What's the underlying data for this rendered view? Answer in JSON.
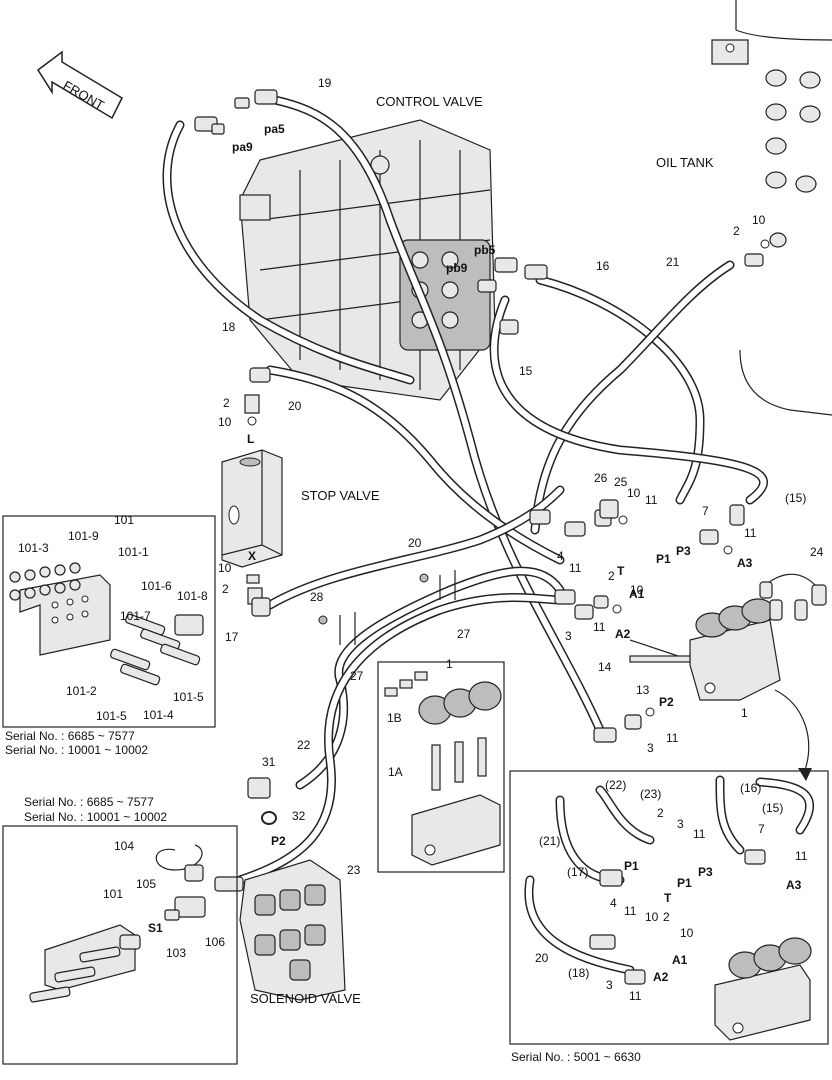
{
  "labels": {
    "front": "FRONT",
    "control_valve": "CONTROL VALVE",
    "oil_tank": "OIL TANK",
    "stop_valve": "STOP VALVE",
    "solenoid_valve": "SOLENOID VALVE"
  },
  "ports": {
    "pa5": "pa5",
    "pa9": "pa9",
    "pb5": "pb5",
    "pb9": "pb9",
    "L": "L",
    "X": "X",
    "T": "T",
    "P1": "P1",
    "P2": "P2",
    "P3": "P3",
    "A1": "A1",
    "A2": "A2",
    "A3": "A3",
    "S1": "S1"
  },
  "callouts": {
    "n19": "19",
    "n18": "18",
    "n16": "16",
    "n21": "21",
    "n15": "15",
    "n15p": "(15)",
    "n20": "20",
    "n2a": "2",
    "n10a": "10",
    "n2b": "2",
    "n10b": "10",
    "n20b": "20",
    "n28": "28",
    "n27a": "27",
    "n27b": "27",
    "n17": "17",
    "n26": "26",
    "n25": "25",
    "n10c": "10",
    "n11a": "11",
    "n7": "7",
    "n11b": "11",
    "n4": "4",
    "n11c": "11",
    "n2c": "2",
    "n10d": "10",
    "n3a": "3",
    "n11d": "11",
    "n24": "24",
    "n14": "14",
    "n13": "13",
    "n1": "1",
    "n3b": "3",
    "n11e": "11",
    "n2d": "2",
    "n10e": "10",
    "n22": "22",
    "n31": "31",
    "n32": "32",
    "n23": "23"
  },
  "inset_cluster": {
    "title": "101",
    "items": [
      "101-3",
      "101-9",
      "101-1",
      "101-6",
      "101-8",
      "101-7",
      "101-2",
      "101-5",
      "101-4",
      "101-5"
    ],
    "serial1": "Serial No. : 6685 ~ 7577",
    "serial2": "Serial No. : 10001 ~ 10002"
  },
  "inset_solenoid": {
    "title": "1",
    "l1b": "1B",
    "l1a": "1A"
  },
  "inset_bottom_left": {
    "serial1": "Serial No. : 6685 ~ 7577",
    "serial2": "Serial No. : 10001 ~ 10002",
    "items": [
      "104",
      "105",
      "101",
      "106",
      "103"
    ]
  },
  "inset_bottom_right": {
    "serial": "Serial No. : 5001 ~ 6630",
    "items": [
      "(22)",
      "(23)",
      "(16)",
      "(15)",
      "(21)",
      "2",
      "3",
      "11",
      "7",
      "11",
      "(17)",
      "4",
      "11",
      "10",
      "2",
      "10",
      "20",
      "(18)",
      "3",
      "11"
    ]
  }
}
